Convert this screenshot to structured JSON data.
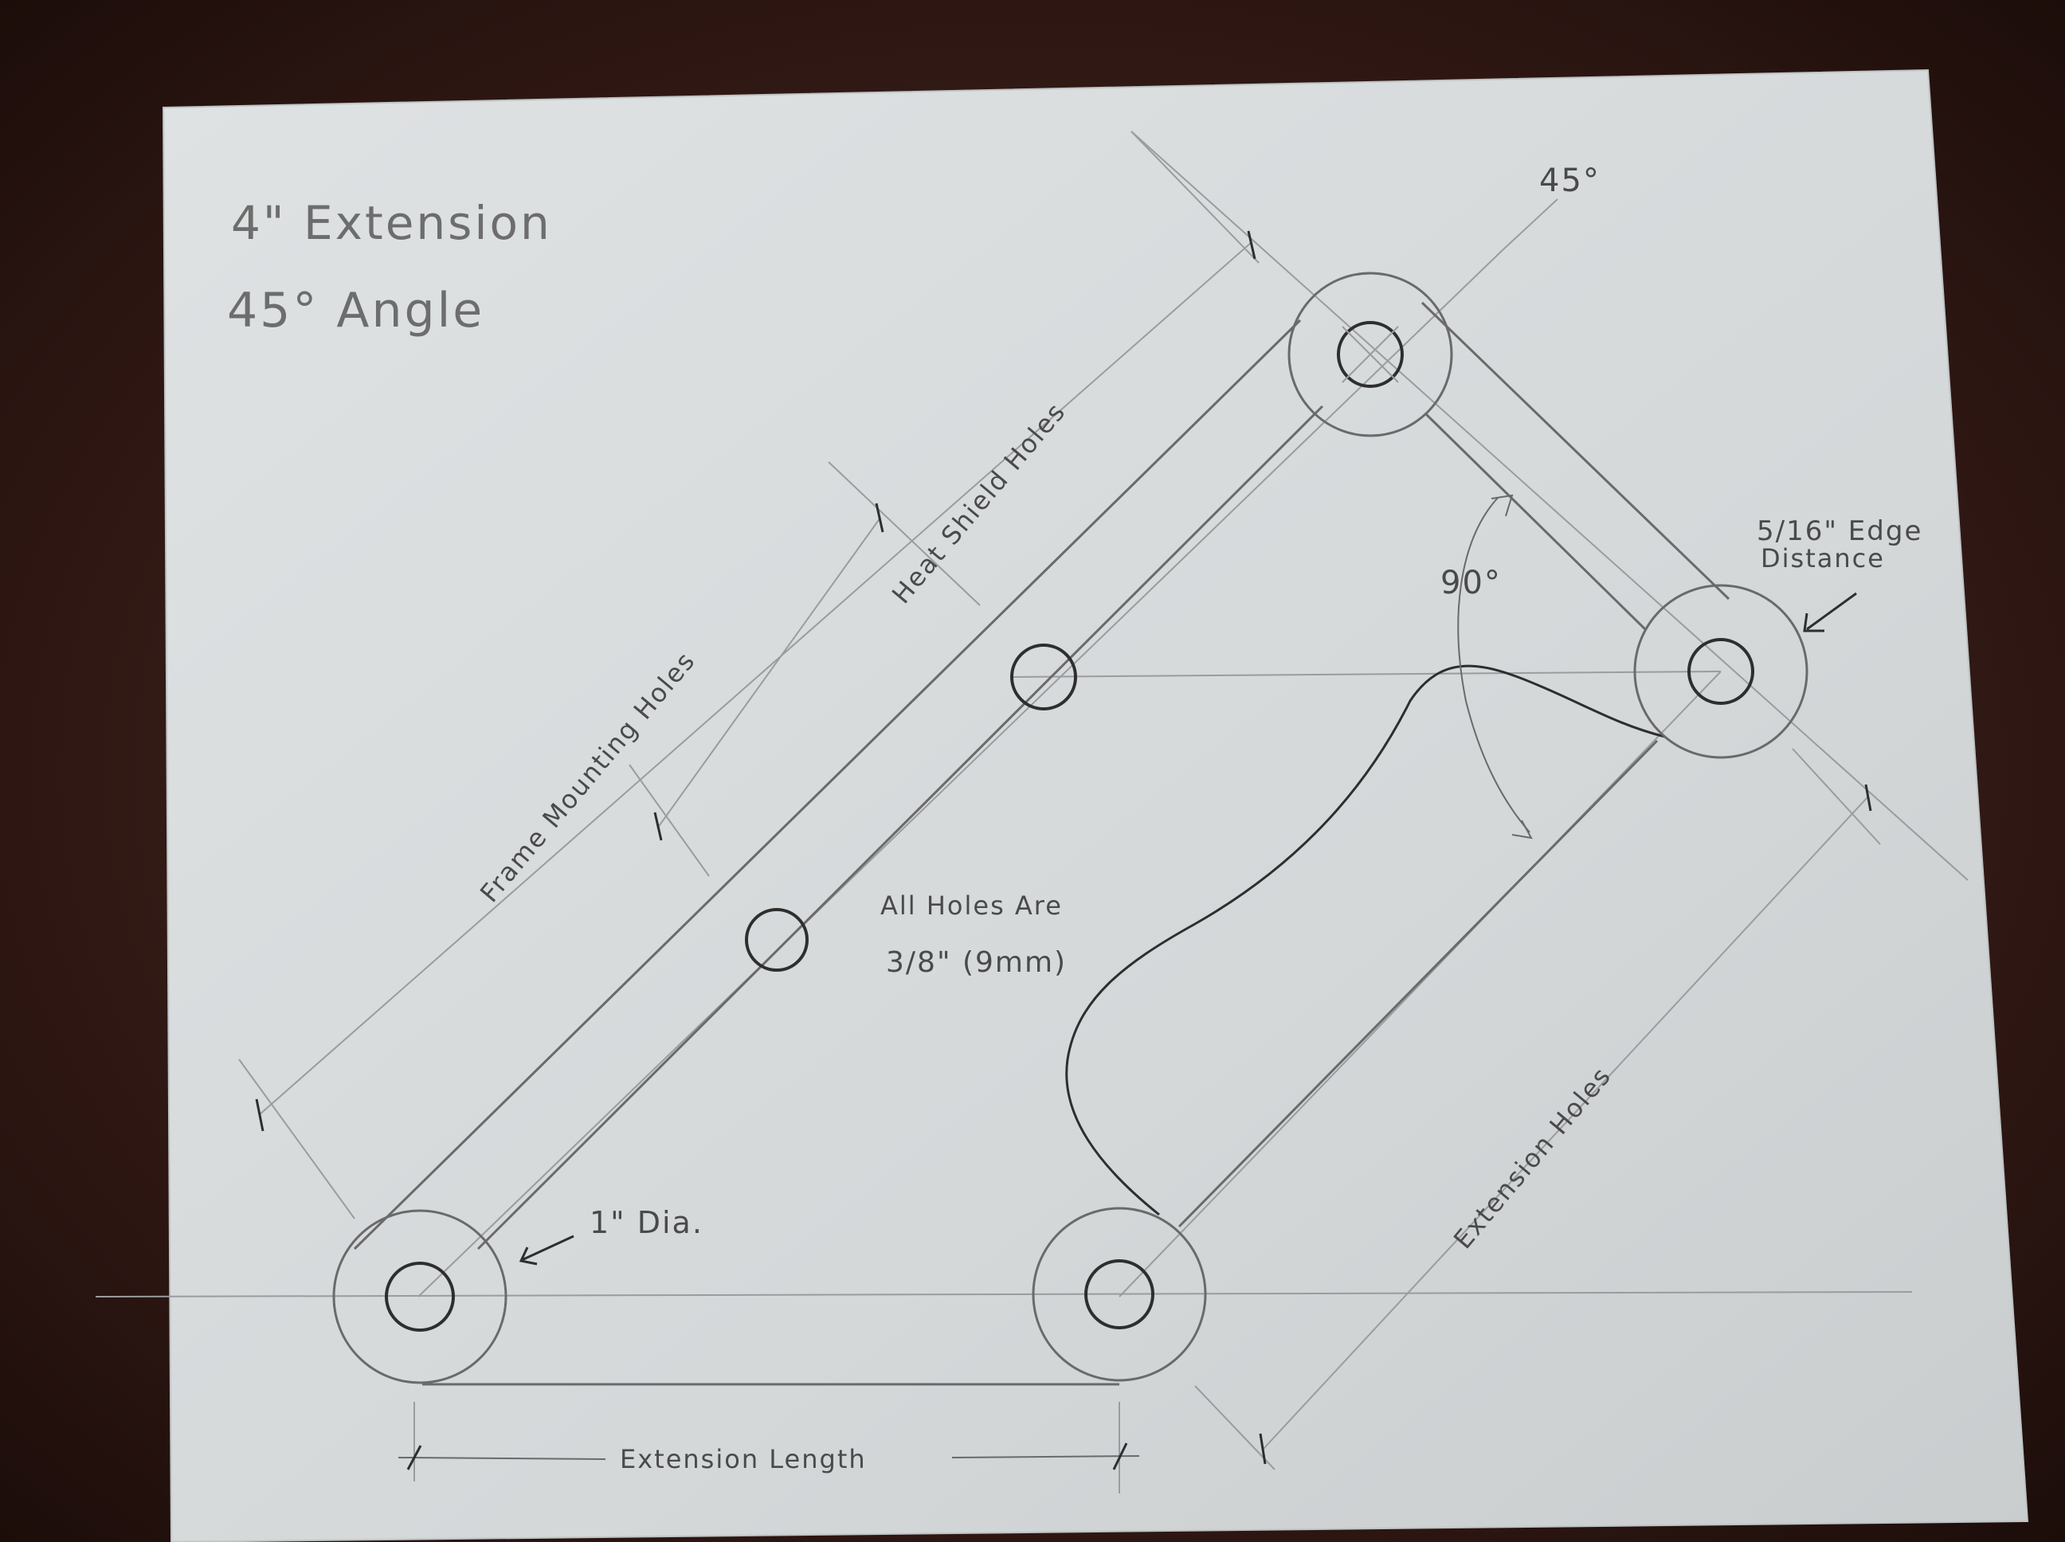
{
  "title": {
    "line1": "4\" Extension",
    "line2": "45° Angle"
  },
  "labels": {
    "angle_top": "45°",
    "angle_right": "90°",
    "heat_shield": "Heat Shield Holes",
    "frame_mounting": "Frame Mounting Holes",
    "all_holes_line1": "All Holes Are",
    "all_holes_line2": "3/8\" (9mm)",
    "edge_line1": "5/16\" Edge",
    "edge_line2": "Distance",
    "dia": "1\" Dia.",
    "extension_holes": "Extension Holes",
    "extension_length": "Extension Length"
  },
  "colors": {
    "paper": "#d7dbdc",
    "pencil": "#6a6a6a",
    "table": "#3a1f1a"
  }
}
